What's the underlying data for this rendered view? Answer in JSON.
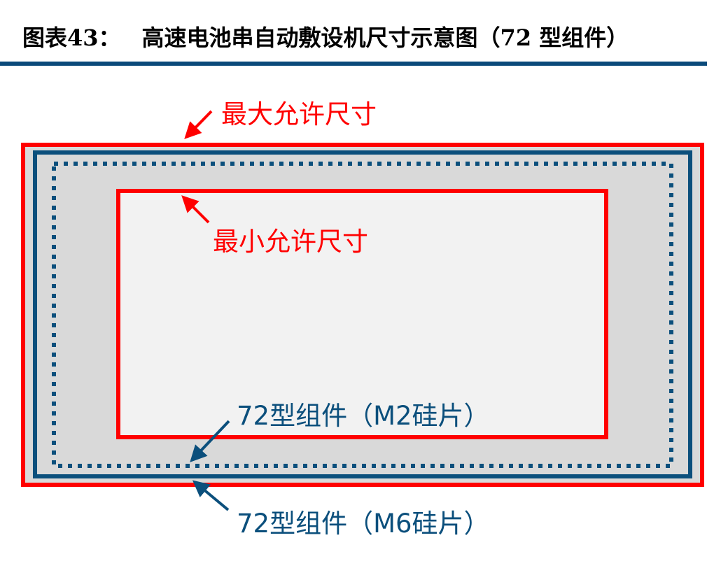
{
  "header": {
    "figure_number": "图表43：",
    "title": "高速电池串自动敷设机尺寸示意图（72 型组件）"
  },
  "diagram": {
    "colors": {
      "max_min_red": "#ff0000",
      "module_blue": "#0b4f7c",
      "outer_fill": "#d9d9d9",
      "inner_fill": "#f2f2f2",
      "header_rule": "#0a4a7a"
    },
    "labels": {
      "max_size": "最大允许尺寸",
      "min_size": "最小允许尺寸",
      "m2_module": "72型组件（M2硅片）",
      "m6_module": "72型组件（M6硅片）"
    },
    "shapes": [
      {
        "name": "max-allowed-rect",
        "style": "solid",
        "color": "red"
      },
      {
        "name": "m6-module-rect",
        "style": "solid",
        "color": "blue"
      },
      {
        "name": "m2-module-rect",
        "style": "dotted",
        "color": "blue"
      },
      {
        "name": "min-allowed-rect",
        "style": "solid",
        "color": "red"
      }
    ]
  }
}
